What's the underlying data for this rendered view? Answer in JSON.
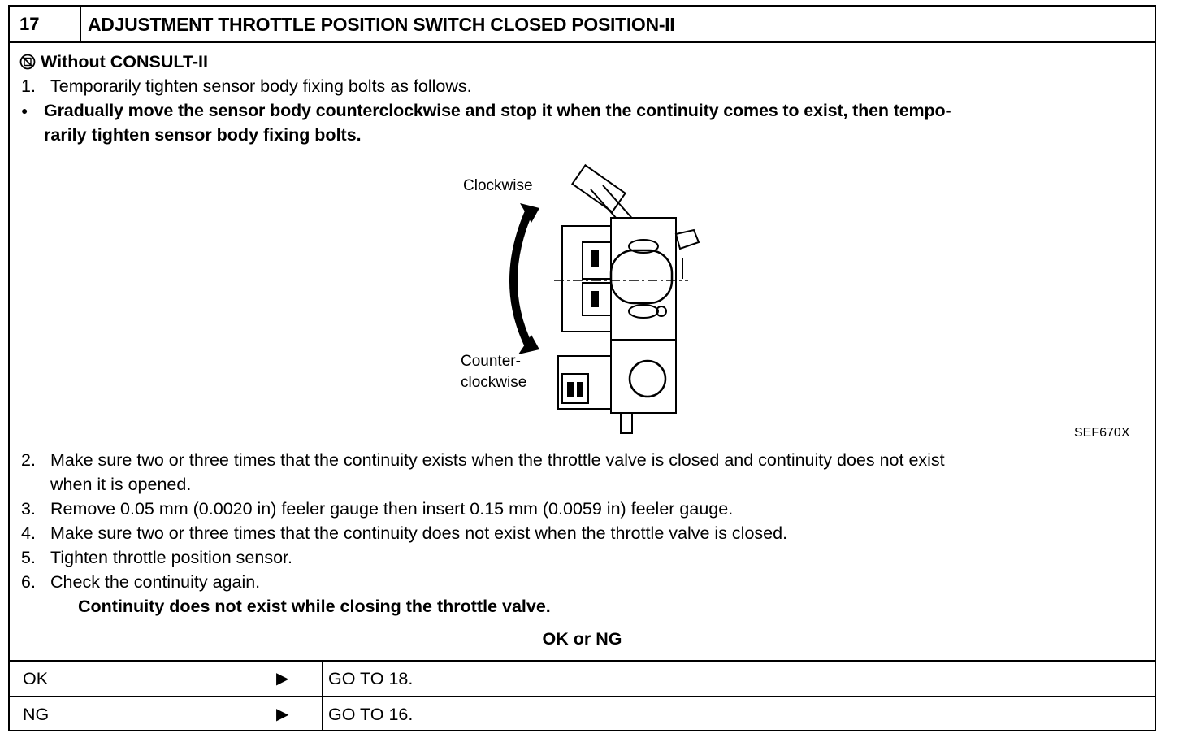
{
  "header": {
    "step_number": "17",
    "title": "ADJUSTMENT THROTTLE POSITION SWITCH CLOSED POSITION-II"
  },
  "consult_section": {
    "icon": "no-consult-icon",
    "title": "Without CONSULT-II"
  },
  "instructions_top": [
    {
      "num": "1.",
      "text": "Temporarily tighten sensor body fixing bolts as follows."
    },
    {
      "bullet": "●",
      "line1": "Gradually move the sensor body counterclockwise and stop it when the continuity comes to exist, then tempo-",
      "line2": "rarily tighten sensor body fixing bolts."
    }
  ],
  "figure": {
    "label_clockwise": "Clockwise",
    "label_counter_1": "Counter-",
    "label_counter_2": "clockwise",
    "code": "SEF670X"
  },
  "instructions_bottom": [
    {
      "num": "2.",
      "text": "Make sure two or three times that the continuity exists when the throttle valve is closed and continuity does not exist",
      "text2": "when it is opened."
    },
    {
      "num": "3.",
      "text": "Remove 0.05 mm (0.0020 in) feeler gauge then insert 0.15 mm (0.0059 in) feeler gauge."
    },
    {
      "num": "4.",
      "text": "Make sure two or three times that the continuity does not exist when the throttle valve is closed."
    },
    {
      "num": "5.",
      "text": "Tighten throttle position sensor."
    },
    {
      "num": "6.",
      "text": "Check the continuity again."
    }
  ],
  "spec_note": "Continuity does not exist while closing the throttle valve.",
  "result_title": "OK or NG",
  "results": [
    {
      "label": "OK",
      "arrow": "▶",
      "action": "GO TO 18."
    },
    {
      "label": "NG",
      "arrow": "▶",
      "action": "GO TO 16."
    }
  ]
}
